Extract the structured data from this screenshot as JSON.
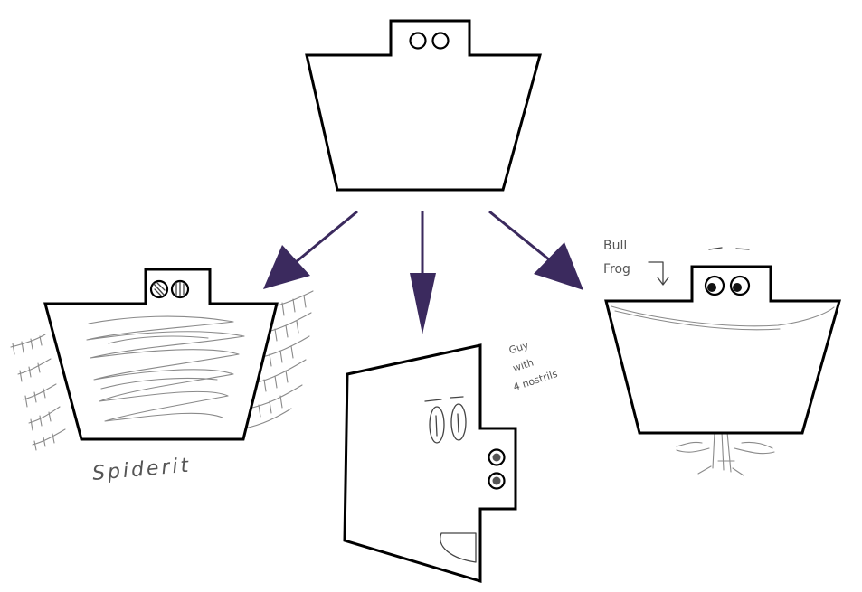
{
  "diagram": {
    "arrow_color": "#3b2a5e",
    "outline_color": "#000000",
    "left_variant": {
      "caption": "Spiderit"
    },
    "center_variant": {
      "note_lines": [
        "Guy",
        "with",
        "4 nostrils"
      ]
    },
    "right_variant": {
      "note_lines": [
        "Bull",
        "Frog"
      ]
    }
  }
}
